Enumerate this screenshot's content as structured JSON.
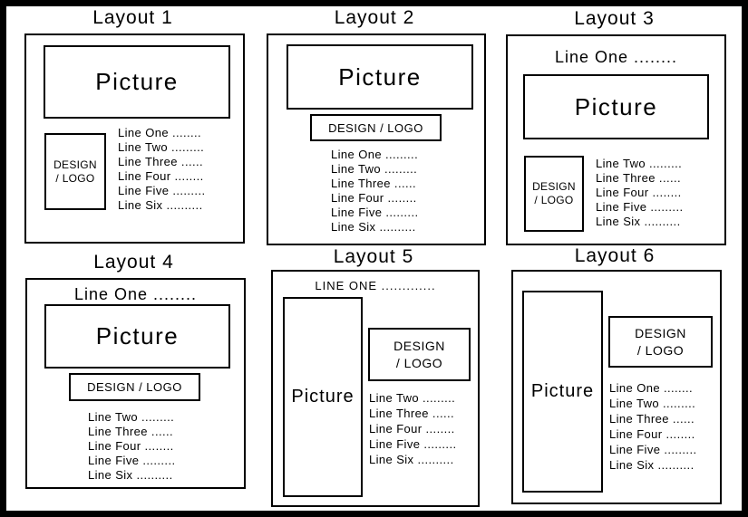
{
  "figure": {
    "colors": {
      "ink": "#000000",
      "paper": "#ffffff"
    },
    "layouts": [
      {
        "title": "Layout 1",
        "picture": "Picture",
        "logo": {
          "line1": "DESIGN",
          "line2": "/ LOGO"
        },
        "lines": [
          "Line One ........",
          "Line Two .........",
          "Line Three ......",
          "Line Four ........",
          "Line Five .........",
          "Line Six .........."
        ]
      },
      {
        "title": "Layout 2",
        "picture": "Picture",
        "logo": {
          "label": "DESIGN / LOGO"
        },
        "lines": [
          "Line One .........",
          "Line Two .........",
          "Line Three ......",
          "Line Four ........",
          "Line Five .........",
          "Line Six .........."
        ]
      },
      {
        "title": "Layout 3",
        "header": "Line One ........",
        "picture": "Picture",
        "logo": {
          "line1": "DESIGN",
          "line2": "/ LOGO"
        },
        "lines": [
          "Line Two .........",
          "Line Three ......",
          "Line Four ........",
          "Line Five .........",
          "Line Six .........."
        ]
      },
      {
        "title": "Layout 4",
        "header": "Line One ........",
        "picture": "Picture",
        "logo": {
          "label": "DESIGN / LOGO"
        },
        "lines": [
          "Line Two .........",
          "Line Three ......",
          "Line Four ........",
          "Line Five .........",
          "Line Six .........."
        ]
      },
      {
        "title": "Layout 5",
        "header": "LINE ONE .............",
        "picture": "Picture",
        "logo": {
          "line1": "DESIGN",
          "line2": "/ LOGO"
        },
        "lines": [
          "Line Two .........",
          "Line Three ......",
          "Line Four ........",
          "Line Five .........",
          "Line Six .........."
        ]
      },
      {
        "title": "Layout 6",
        "picture": "Picture",
        "logo": {
          "line1": "DESIGN",
          "line2": "/ LOGO"
        },
        "lines": [
          "Line One ........",
          "Line Two .........",
          "Line Three ......",
          "Line Four ........",
          "Line Five .........",
          "Line Six .........."
        ]
      }
    ]
  }
}
